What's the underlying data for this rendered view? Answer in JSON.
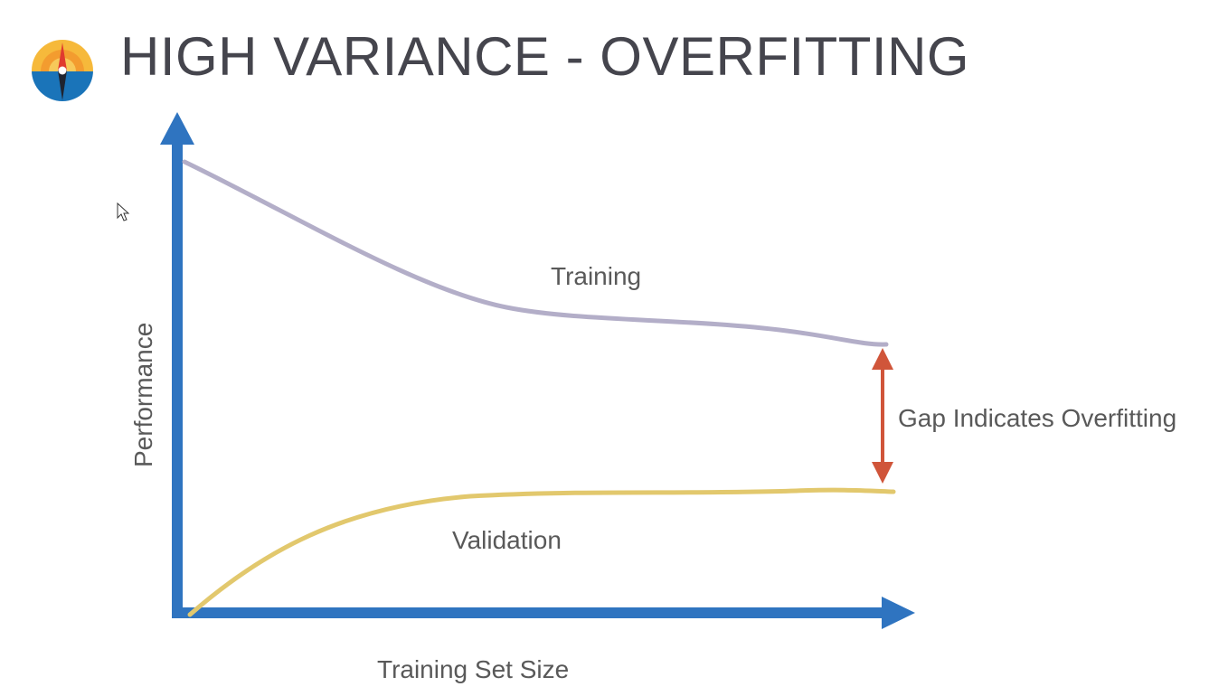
{
  "slide": {
    "title": "HIGH VARIANCE - OVERFITTING"
  },
  "logo": {
    "icon": "compass-icon",
    "colors": {
      "sun_top": "#f6b93b",
      "sea_bottom": "#1a74b9",
      "needle_red": "#e03a2f",
      "needle_dark": "#1f2430"
    }
  },
  "cursor": {
    "icon": "mouse-pointer-icon"
  },
  "diagram": {
    "y_axis_label": "Performance",
    "x_axis_label": "Training Set Size",
    "training_label": "Training",
    "validation_label": "Validation",
    "gap_label": "Gap Indicates Overfitting",
    "colors": {
      "axis": "#2f74c0",
      "training_curve": "#b3aec8",
      "validation_curve": "#e2c86d",
      "gap_arrow": "#d0553a",
      "text": "#595959"
    }
  }
}
